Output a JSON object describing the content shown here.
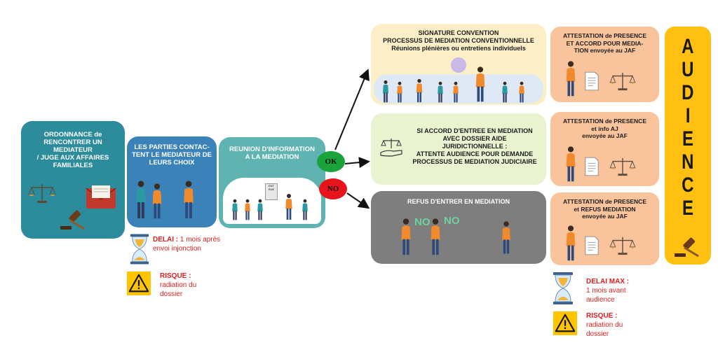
{
  "boxes": {
    "ordonnance": "ORDONNANCE de\nRENCONTRER UN\nMEDIATEUR\n/ JUGE AUX AFFAIRES\nFAMILIALES",
    "parties": "LES PARTIES CONTAC-\nTENT LE MEDIATEUR DE\nLEURS CHOIX",
    "reunion": "REUNION D'INFORMATION\nA LA MEDIATION",
    "signature": "SIGNATURE CONVENTION\nPROCESSUS DE MEDIATION CONVENTIONNELLE\nRéunions plénières ou entretiens individuels",
    "accord": "SI ACCORD D'ENTREE EN MEDIATION\nAVEC DOSSIER AIDE\nJURIDICTIONNELLE :\nATTENTE AUDIENCE POUR DEMANDE\nPROCESSUS DE MEDIATION JUDICIAIRE",
    "refus": "REFUS D'ENTRER EN MEDIATION"
  },
  "decisions": {
    "ok": "OK",
    "no": "NO"
  },
  "no_signs": [
    "NO",
    "NO"
  ],
  "room_sign": "ENT RUE",
  "attestations": [
    "ATTESTATION de PRESENCE\nET ACCORD POUR MEDIA-\nTION envoyée au JAF",
    "ATTESTATION de PRESENCE\net info AJ\nenvoyée au JAF",
    "ATTESTATION de PRESENCE\net REFUS MEDIATION\nenvoyée au JAF"
  ],
  "audience": [
    "A",
    "U",
    "D",
    "I",
    "E",
    "N",
    "C",
    "E"
  ],
  "notes": {
    "delai1_label": "DELAI :",
    "delai1_text": "1 mois après envoi injonction",
    "risque1_label": "RISQUE :",
    "risque1_text": "radiation du dossier",
    "delai2_label": "DELAI MAX :",
    "delai2_text": "1 mois avant audience",
    "risque2_label": "RISQUE :",
    "risque2_text": "radiation du dossier"
  },
  "icons": [
    "scale-icon",
    "envelope-icon",
    "gavel-icon",
    "hourglass-icon",
    "warning-icon",
    "document-icon",
    "person-icon",
    "hand-scale-icon"
  ],
  "colors": {
    "teal": "#2c8c9b",
    "blue": "#3a82b8",
    "light_teal": "#5fb3b0",
    "cream": "#fcefc8",
    "light_green": "#eaf3d0",
    "grey": "#7e7e7e",
    "peach": "#f9c39c",
    "yellow": "#ffc012",
    "ok_green": "#1aa33b",
    "no_red": "#e8141c",
    "note_red": "#e02020"
  }
}
